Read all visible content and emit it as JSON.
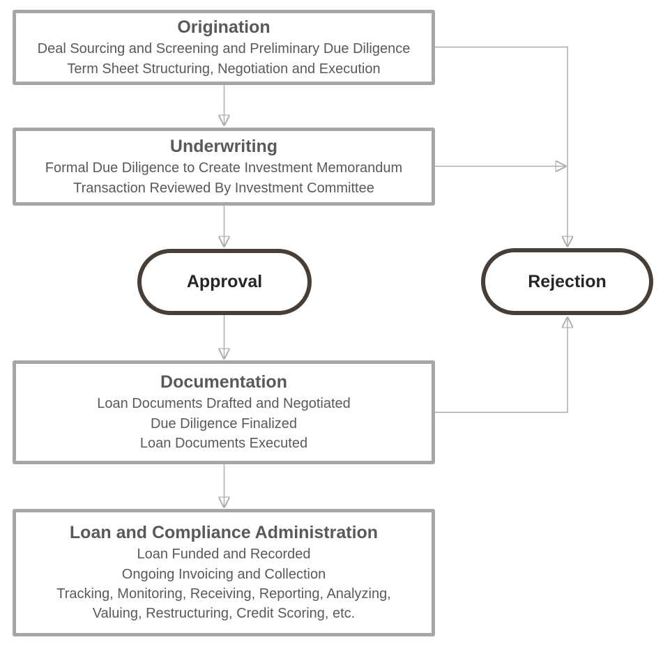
{
  "boxes": [
    {
      "title": "Origination",
      "lines": [
        "Deal Sourcing and Screening and Preliminary Due Diligence",
        "Term Sheet Structuring, Negotiation and Execution"
      ]
    },
    {
      "title": "Underwriting",
      "lines": [
        "Formal Due Diligence to Create Investment Memorandum",
        "Transaction Reviewed By Investment Committee"
      ]
    },
    {
      "title": "Documentation",
      "lines": [
        "Loan Documents Drafted and Negotiated",
        "Due Diligence Finalized",
        "Loan Documents Executed"
      ]
    },
    {
      "title": "Loan and Compliance Administration",
      "lines": [
        "Loan Funded and Recorded",
        "Ongoing Invoicing and Collection",
        "Tracking, Monitoring, Receiving, Reporting, Analyzing,",
        "Valuing, Restructuring, Credit Scoring, etc."
      ]
    }
  ],
  "terminals": {
    "approval": "Approval",
    "rejection": "Rejection"
  },
  "colors": {
    "process_box_border": "#a6a6a6",
    "process_title_text": "#595959",
    "process_body_text": "#595959",
    "terminal_border": "#463e37",
    "terminal_text": "#262626",
    "connector": "#a9a9a9",
    "background": "#ffffff"
  }
}
